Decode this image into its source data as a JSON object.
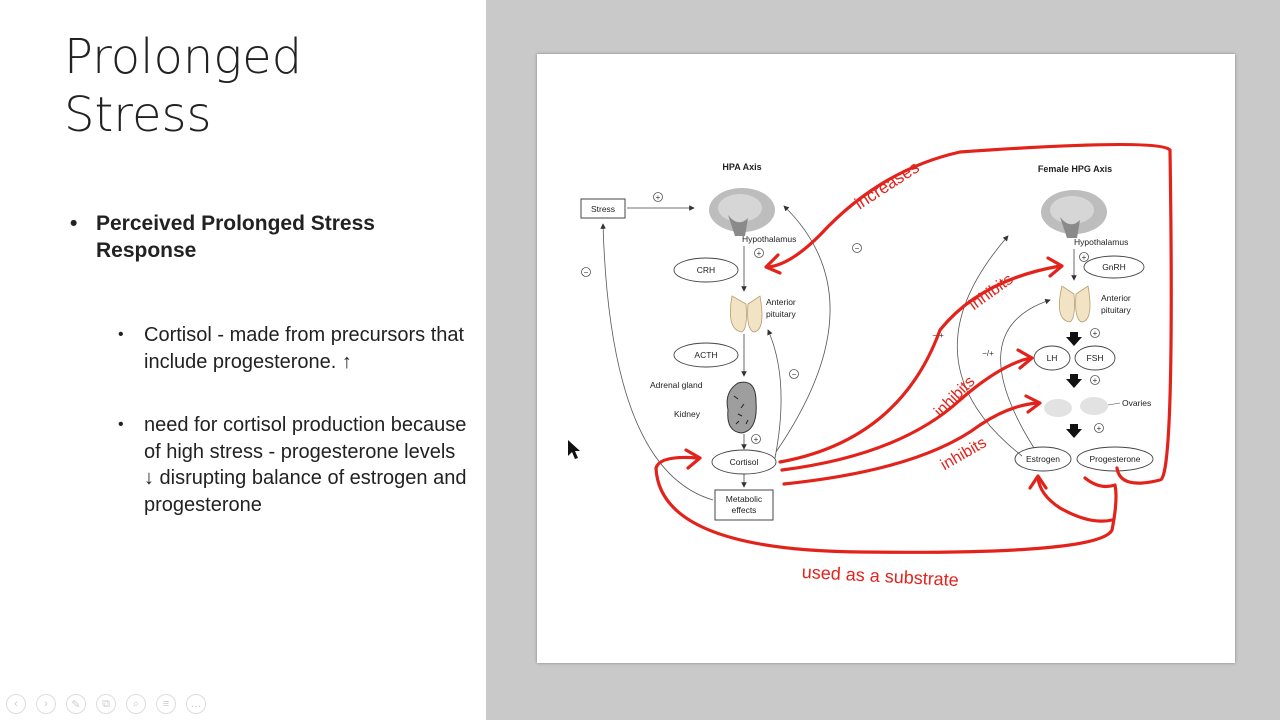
{
  "slide": {
    "title_line1": "Prolonged",
    "title_line2": "Stress",
    "bullet_main": "Perceived Prolonged Stress Response",
    "sub_bullets": [
      "Cortisol - made from precursors that include progesterone. ↑",
      "need for cortisol production because of high stress - progesterone levels ↓ disrupting  balance of estrogen and progesterone"
    ]
  },
  "diagram": {
    "hpa_title": "HPA Axis",
    "hpg_title": "Female HPG Axis",
    "stress": "Stress",
    "hypothalamus_left": "Hypothalamus",
    "hypothalamus_right": "Hypothalamus",
    "crh": "CRH",
    "gnrh": "GnRH",
    "anterior_pituitary_left": "Anterior pituitary",
    "anterior_pituitary_right": "Anterior pituitary",
    "acth": "ACTH",
    "adrenal_gland": "Adrenal gland",
    "kidney": "Kidney",
    "cortisol": "Cortisol",
    "metabolic_effects": "Metabolic effects",
    "lh": "LH",
    "fsh": "FSH",
    "ovaries": "Ovaries",
    "estrogen": "Estrogen",
    "progesterone": "Progesterone",
    "plus": "+",
    "minus": "−",
    "minus_plus": "−/+"
  },
  "annotations": {
    "increases": "increases",
    "inhibits": "inhibits",
    "used_as_substrate": "used as a substrate",
    "color": "#e3231b"
  },
  "toolbar": {
    "icons": [
      "back-icon",
      "forward-icon",
      "pen-icon",
      "copy-icon",
      "zoom-icon",
      "menu-icon",
      "more-icon"
    ]
  }
}
